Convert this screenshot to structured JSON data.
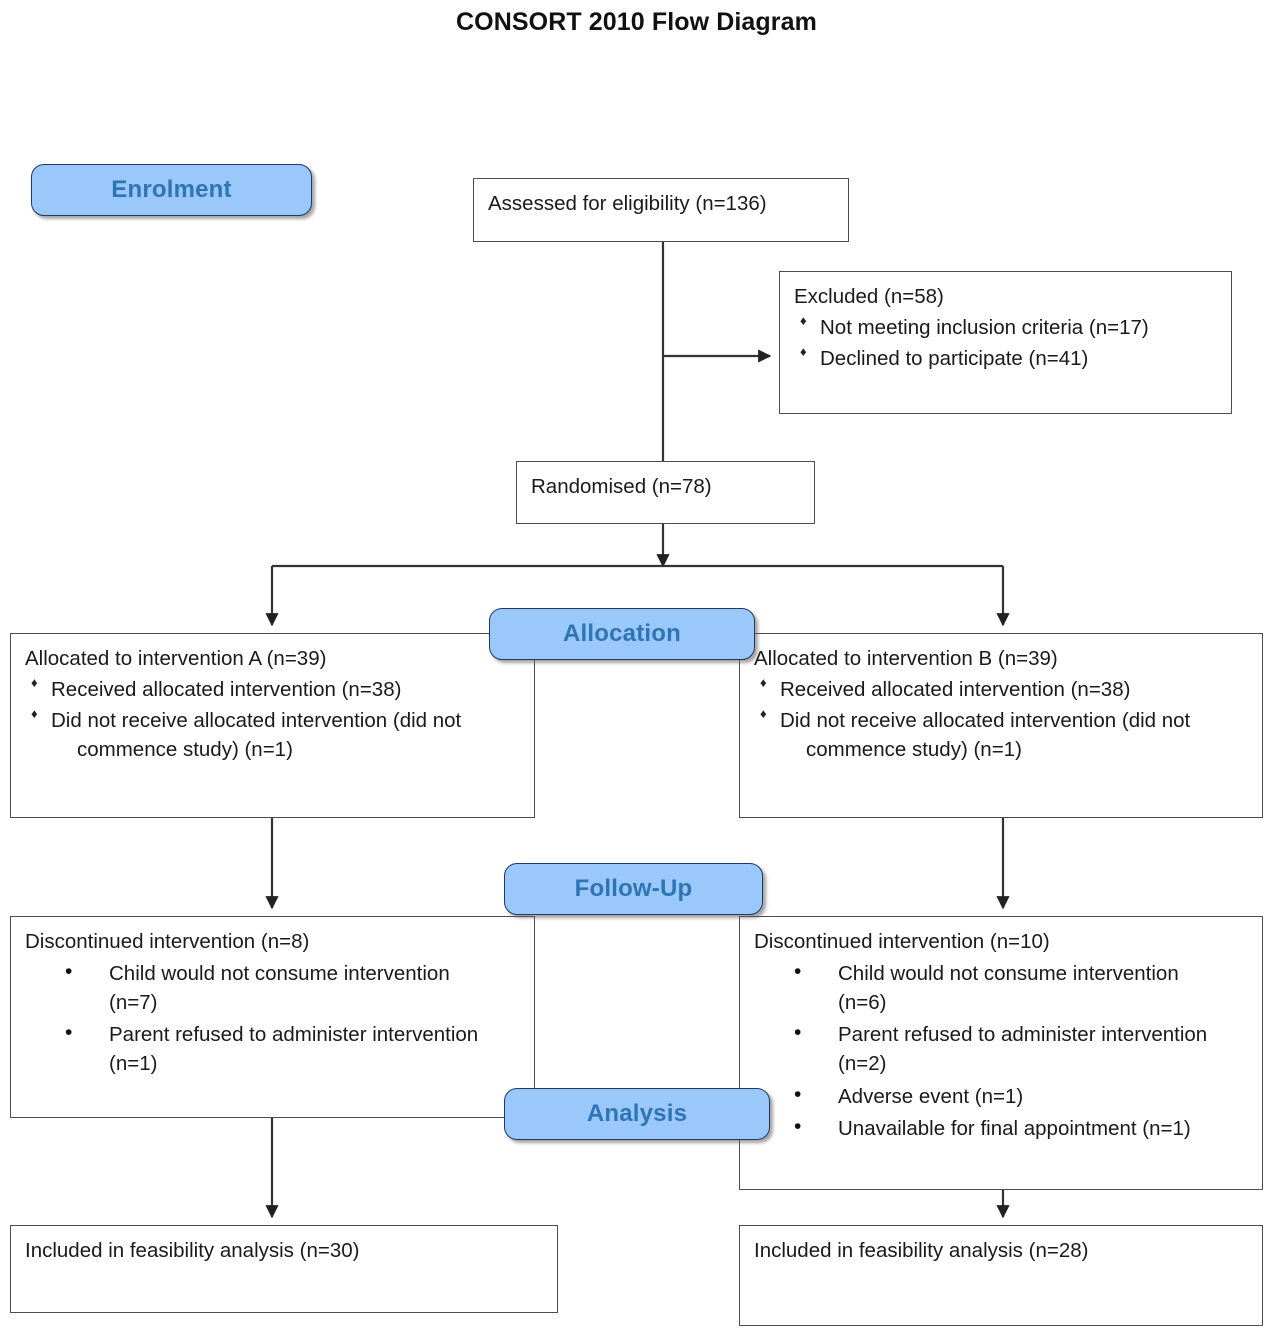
{
  "title": "CONSORT 2010 Flow Diagram",
  "colors": {
    "badge_fill": "#9BC8FB",
    "badge_border": "#1F3864",
    "badge_text": "#2E75B6",
    "box_border": "#4D4D4D",
    "connector": "#333333",
    "background": "#FFFFFF"
  },
  "badges": {
    "enrolment": "Enrolment",
    "allocation": "Allocation",
    "followup": "Follow-Up",
    "analysis": "Analysis"
  },
  "nodes": {
    "eligibility": {
      "head": "Assessed for eligibility (n=136)"
    },
    "excluded": {
      "head": "Excluded  (n=58)",
      "items": [
        "Not meeting inclusion criteria (n=17)",
        "Declined to participate (n=41)"
      ]
    },
    "randomised": {
      "head": "Randomised (n=78)"
    },
    "allocation_a": {
      "head": "Allocated to intervention A (n=39)",
      "items": [
        "Received allocated intervention (n=38)",
        "Did not receive allocated intervention (did not"
      ],
      "item_continuation": "commence study) (n=1)"
    },
    "allocation_b": {
      "head": "Allocated to intervention B (n=39)",
      "items": [
        "Received allocated intervention (n=38)",
        "Did not receive allocated intervention (did not"
      ],
      "item_continuation": "commence study) (n=1)"
    },
    "followup_a": {
      "head": "Discontinued intervention (n=8)",
      "items": [
        "Child would not consume intervention (n=7)",
        "Parent refused to administer intervention (n=1)"
      ]
    },
    "followup_b": {
      "head": "Discontinued intervention (n=10)",
      "items": [
        "Child would not consume intervention (n=6)",
        "Parent refused to administer intervention (n=2)",
        "Adverse event (n=1)",
        "Unavailable for final appointment (n=1)"
      ]
    },
    "analysis_a": {
      "head": "Included in feasibility analysis (n=30)"
    },
    "analysis_b": {
      "head": "Included in feasibility analysis (n=28)"
    }
  },
  "flow": {
    "assessed_n": 136,
    "excluded_n": 58,
    "randomised_n": 78,
    "allocated_a_n": 39,
    "allocated_b_n": 39,
    "analysed_a_n": 30,
    "analysed_b_n": 28
  }
}
